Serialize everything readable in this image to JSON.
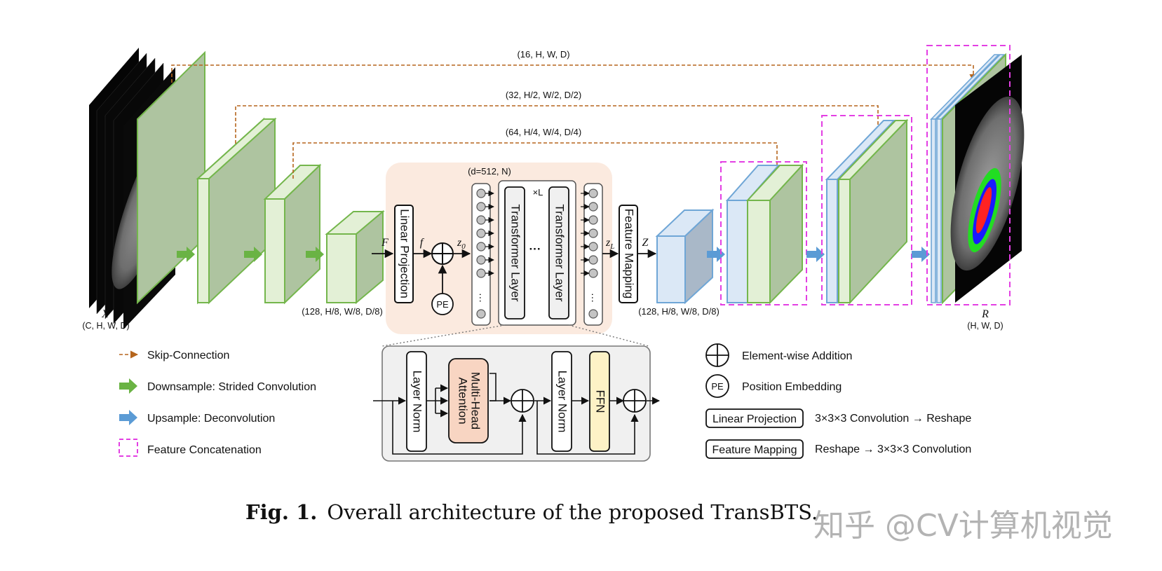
{
  "dims": {
    "skip1": "(16, H, W, D)",
    "skip2": "(32, H/2, W/2, D/2)",
    "skip3": "(64, H/4, W/4, D/4)",
    "token_dims": "(d=512, N)",
    "encoder_out": "(128, H/8, W/8, D/8)",
    "decoder_in": "(128, H/8, W/8, D/8)",
    "input_shape": "(C, H, W, D)",
    "output_shape": "(H, W, D)"
  },
  "symbols": {
    "input": "X",
    "output": "R",
    "F": "F",
    "f": "f",
    "z0": "z",
    "z0_sub": "0",
    "zL": "z",
    "zL_sub": "L",
    "Z": "Z",
    "times_L": "×L",
    "ellipsis": "···"
  },
  "blocks": {
    "linear_projection": "Linear Projection",
    "pe": "PE",
    "transformer_layer": "Transformer Layer",
    "feature_mapping": "Feature Mapping",
    "layer_norm": "Layer Norm",
    "mha_line1": "Multi-Head",
    "mha_line2": "Attention",
    "ffn": "FFN"
  },
  "legend": {
    "skip": "Skip-Connection",
    "down": "Downsample: Strided Convolution",
    "up": "Upsample: Deconvolution",
    "concat": "Feature Concatenation",
    "add": "Element-wise Addition",
    "pe_label": "PE",
    "pe": "Position Embedding",
    "lp_box": "Linear Projection",
    "lp_desc": "3×3×3 Convolution → Reshape",
    "fm_box": "Feature Mapping",
    "fm_desc": "Reshape → 3×3×3 Convolution"
  },
  "caption": {
    "label": "Fig. 1.",
    "text": "Overall architecture of the proposed TransBTS."
  },
  "watermark": "知乎 @CV计算机视觉",
  "colors": {
    "green_face": "#aec4a0",
    "green_light": "#e3f0d6",
    "green_edge": "#74b64c",
    "blue_face": "#a9b8c8",
    "blue_light": "#dbe8f6",
    "blue_edge": "#6fa6d6",
    "skip": "#b5651d",
    "down_arrow": "#6ab344",
    "up_arrow": "#5b9bd5",
    "concat": "#e33fe3",
    "bg_panel": "#fbeadf",
    "mha_fill": "#f8d5c2",
    "ffn_fill": "#fdf2c6"
  }
}
